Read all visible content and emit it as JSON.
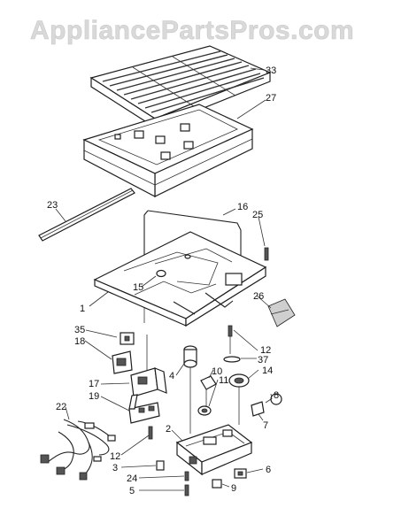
{
  "watermark": "AppliancePartsPros.com",
  "callouts": {
    "c33": "33",
    "c27": "27",
    "c23": "23",
    "c16": "16",
    "c25": "25",
    "c26": "26",
    "c1": "1",
    "c15": "15",
    "c35": "35",
    "c18": "18",
    "c17": "17",
    "c19": "19",
    "c22": "22",
    "c12a": "12",
    "c3": "3",
    "c24": "24",
    "c5": "5",
    "c2": "2",
    "c4": "4",
    "c10": "10",
    "c11": "11",
    "c12b": "12",
    "c37": "37",
    "c14": "14",
    "c8": "8",
    "c7": "7",
    "c6": "6",
    "c9": "9"
  }
}
